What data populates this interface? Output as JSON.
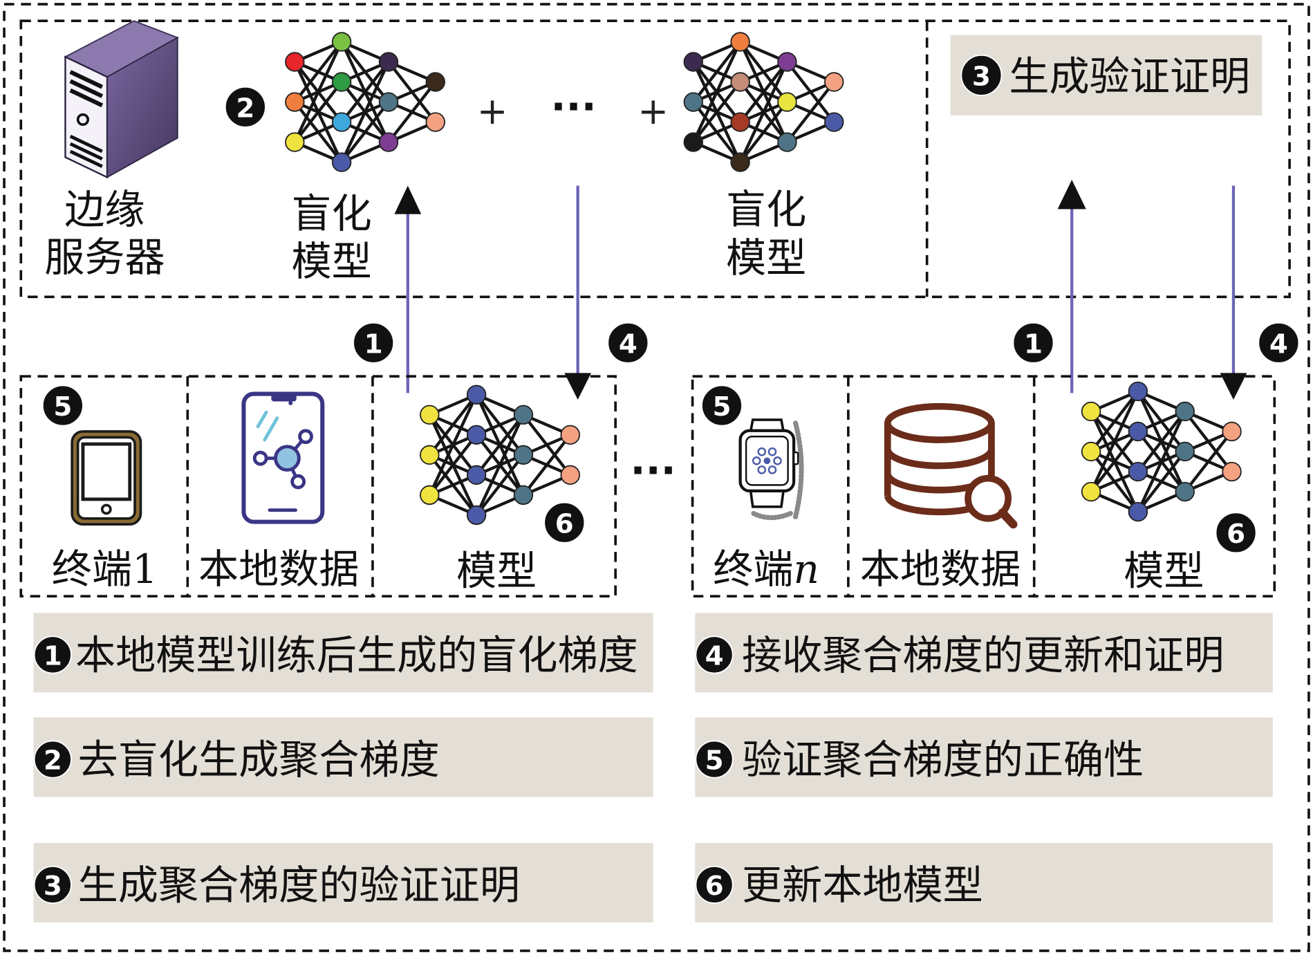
{
  "diagram": {
    "server": {
      "label_line1": "边缘",
      "label_line2": "服务器"
    },
    "blinded_models": [
      {
        "label_line1": "盲化",
        "label_line2": "模型"
      },
      {
        "label_line1": "盲化",
        "label_line2": "模型"
      }
    ],
    "plus_sign": "+",
    "ellipsis": "···",
    "proof_box": {
      "label": "生成验证证明"
    },
    "steps": {
      "upload": "1",
      "aggregate": "2",
      "prove": "3",
      "download": "4",
      "verify": "5",
      "update": "6"
    },
    "terminals": [
      {
        "name": "终端",
        "index": "1",
        "data_label": "本地数据",
        "model_label": "模型"
      },
      {
        "name": "终端",
        "index": "n",
        "data_label": "本地数据",
        "model_label": "模型"
      }
    ]
  },
  "legend": {
    "items": [
      {
        "num": "1",
        "text": "本地模型训练后生成的盲化梯度"
      },
      {
        "num": "2",
        "text": "去盲化生成聚合梯度"
      },
      {
        "num": "3",
        "text": "生成聚合梯度的验证证明"
      },
      {
        "num": "4",
        "text": "接收聚合梯度的更新和证明"
      },
      {
        "num": "5",
        "text": "验证聚合梯度的正确性"
      },
      {
        "num": "6",
        "text": "更新本地模型"
      }
    ]
  },
  "networks": {
    "blinded_model_1": {
      "layers": [
        [
          "#e8262b",
          "#f07e3e",
          "#f1e33f"
        ],
        [
          "#7ac143",
          "#2f9b45",
          "#3ea8dc",
          "#4b5aa6"
        ],
        [
          "#3c2b4f",
          "#4f7486",
          "#7c3d92"
        ],
        [
          "#3a2a1c",
          "#f5a283"
        ]
      ]
    },
    "blinded_model_n": {
      "layers": [
        [
          "#3c2b4f",
          "#4f7486",
          "#1b1b1b"
        ],
        [
          "#f07e3e",
          "#c48e78",
          "#a53b27",
          "#3a2a1c"
        ],
        [
          "#7c3d92",
          "#e8e43f",
          "#4f7486"
        ],
        [
          "#f5a283",
          "#4b5aa6"
        ]
      ]
    },
    "local_model_1": {
      "layers": [
        [
          "#f1e33f",
          "#f1e33f",
          "#f1e33f"
        ],
        [
          "#4b5aa6",
          "#4b5aa6",
          "#4b5aa6",
          "#4b5aa6"
        ],
        [
          "#4f7486",
          "#4f7486",
          "#4f7486"
        ],
        [
          "#f5a283",
          "#f5a283"
        ]
      ]
    },
    "local_model_n": {
      "layers": [
        [
          "#f1e33f",
          "#f1e33f",
          "#f1e33f"
        ],
        [
          "#4b5aa6",
          "#4b5aa6",
          "#4b5aa6",
          "#4b5aa6"
        ],
        [
          "#4f7486",
          "#4f7486",
          "#4f7486"
        ],
        [
          "#f5a283",
          "#f5a283"
        ]
      ]
    }
  },
  "colors": {
    "ink": "#111111",
    "panel": "#e4dfd6",
    "badge": "#111111",
    "arrow": "#6b64b6"
  },
  "icons": {
    "server": "edge-server-icon",
    "terminal_1": "tablet-icon",
    "local_data_1": "smartphone-network-icon",
    "terminal_n": "smartwatch-icon",
    "local_data_n": "database-search-icon",
    "model": "neural-network-icon"
  }
}
